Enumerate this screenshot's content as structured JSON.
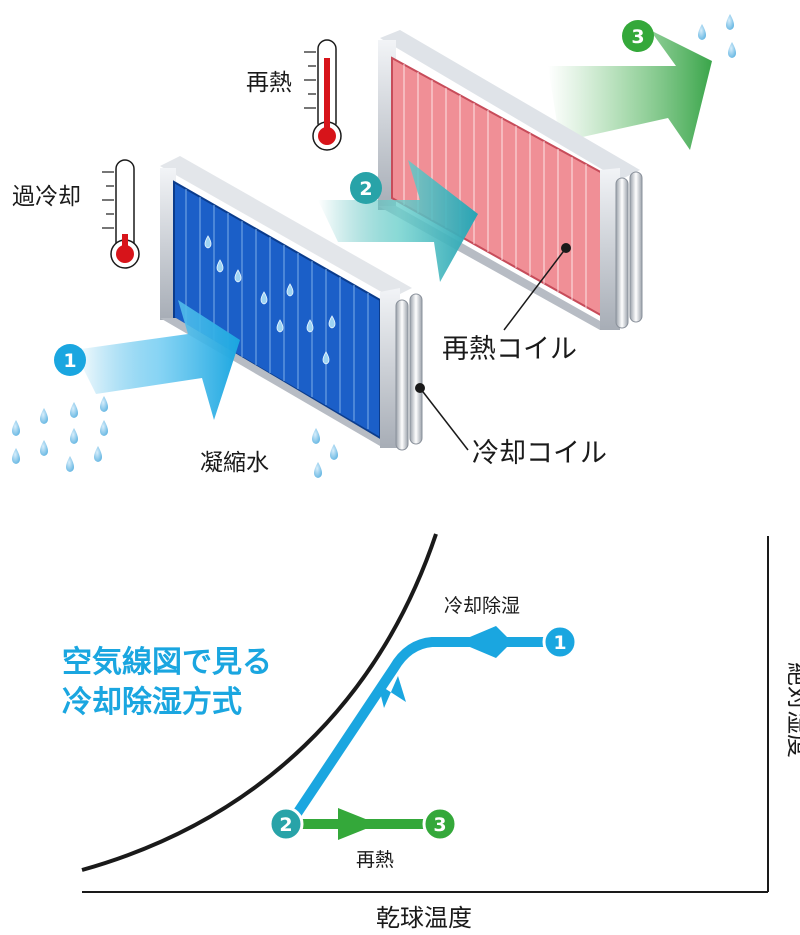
{
  "top": {
    "steps": [
      "1",
      "2",
      "3"
    ],
    "thermometers": {
      "cold_label": "過冷却",
      "hot_label": "再熱"
    },
    "labels": {
      "condensate": "凝縮水",
      "cooling_coil": "冷却コイル",
      "reheat_coil": "再熱コイル"
    }
  },
  "chart": {
    "title_line1": "空気線図で見る",
    "title_line2": "冷却除湿方式",
    "xlabel": "乾球温度",
    "ylabel": "絶対湿度",
    "cooling_label": "冷却除湿",
    "reheat_label": "再熱",
    "points": [
      "1",
      "2",
      "3"
    ]
  },
  "colors": {
    "cyan": "#1aa6e0",
    "green": "#34a83a",
    "red": "#d7141a",
    "cold_coil": "#1b5fc8",
    "hot_coil": "#f08f96"
  },
  "chart_data": {
    "type": "diagram",
    "xlabel": "乾球温度",
    "ylabel": "絶対湿度",
    "process": [
      {
        "from": "1",
        "to": "2",
        "label": "冷却除湿"
      },
      {
        "from": "2",
        "to": "3",
        "label": "再熱"
      }
    ]
  }
}
